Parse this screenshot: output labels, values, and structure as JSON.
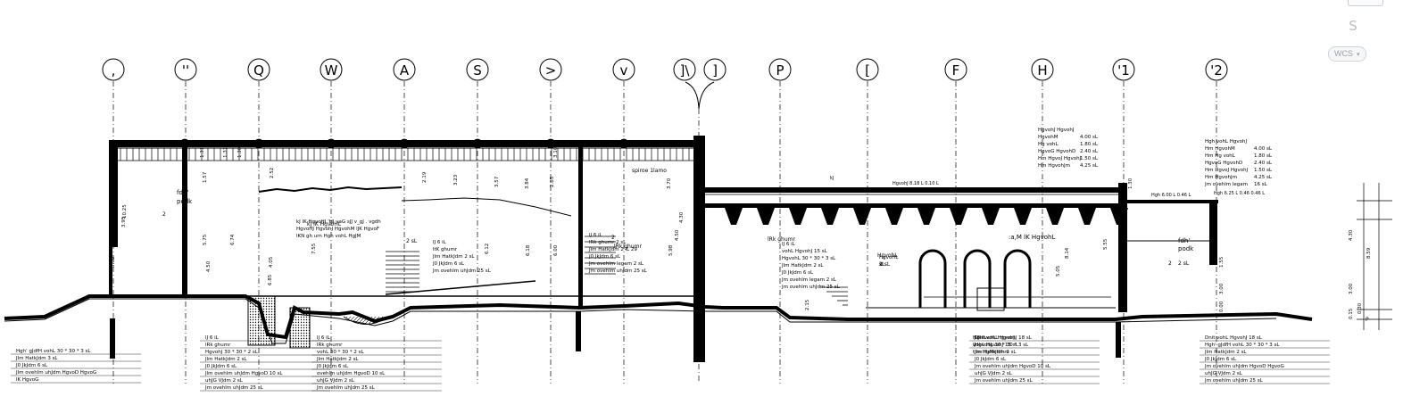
{
  "viewport": {
    "nav_cube": "view-cube-icon",
    "compass_glyph": "S",
    "ucs_label": "WCS",
    "ucs_caret": "▾"
  },
  "grid_bubbles": [
    ",",
    "''",
    "Q",
    "W",
    "A",
    "S",
    ">",
    "v",
    "]\\",
    "]",
    "P",
    "[",
    "F",
    "H",
    "'1",
    "'2"
  ],
  "room_labels": [
    {
      "text": "fdh'",
      "sub": "podk"
    },
    {
      "text": "fdh'",
      "sub": "podk"
    },
    {
      "text": ":a,M lK HgvohL",
      "sub": ""
    }
  ],
  "misc_labels": [
    "2",
    "2",
    "2",
    "2 sL",
    "2 sL",
    "lRk ghumr",
    "lRk ghumr",
    "2 sL",
    "kJ lK HgvoHL",
    "HgvohL",
    "sL",
    "spiroe 1lamo"
  ],
  "section_notes": [
    "Hgh vohL HgvohJ",
    "lJ",
    "tJm HgMkfdhm",
    "HgvoHL",
    "sL"
  ],
  "annotation_blocks": [
    {
      "lines": [
        "kJ lK HgvoHJ 'HJ vaG sJJ v_gJ . vgdh",
        "HgvoHJ HgvohJ HgvohM lJK HgvoF",
        "lKN gh urn Hgh vohL HgJM"
      ]
    },
    {
      "lines": [
        "lJ 6 iL",
        "ltK ghumr",
        "Jlm HatkJdm 2 sL",
        "J0 JkJdm 6 sL",
        "Jm ovehlm uhJdm 25 sL"
      ]
    },
    {
      "lines": [
        "lJ 6 iL",
        "lRk ghumr 2 sL",
        "Jlm HatkJdm 2 iL 29",
        "J0 JkJdm 6 sL",
        "Jm ovehlm legam 2 sL",
        "Jm ovehlm uhJdm 25 sL"
      ]
    },
    {
      "lines": [
        "lJ 6 iL",
        "vohL HgvohJ 15 sL",
        "HgvohL 30 * 30 * 3 sL",
        "Jlm HatkJdm 2 sL",
        "J0 JkJdm 6 sL",
        "Jm ovehlm legam 2 sL",
        "Jm ovehlm uhJdm 25 sL"
      ]
    },
    {
      "lines": [
        "lJ 6 iL",
        "vohL HgvohJ 15 sL"
      ]
    }
  ],
  "legend_upper_right": [
    {
      "label": "HgvohJ HgvohJ",
      "value": ""
    },
    {
      "label": "HgvohM",
      "value": "4.00 sL"
    },
    {
      "label": "Hg vohL",
      "value": "1.80 sL"
    },
    {
      "label": "HgvoG HgvohD",
      "value": "2.40 sL"
    },
    {
      "label": "Hm HgvoJ HgvohJ",
      "value": "1.50 sL"
    },
    {
      "label": "Hm HgvohJm",
      "value": "4.25 sL"
    }
  ],
  "legend_far_right": [
    {
      "label": "Hgh vohL HgvohJ",
      "value": ""
    },
    {
      "label": "Hm HgvohM",
      "value": "4.00 sL"
    },
    {
      "label": "Hm Hg vohL",
      "value": "1.80 sL"
    },
    {
      "label": "HgvoG HgvohD",
      "value": "2.40 sL"
    },
    {
      "label": "Hm HgvoJ HgvohJ",
      "value": "1.50 sL"
    },
    {
      "label": "Hm HgvohJm",
      "value": "4.25 sL"
    },
    {
      "label": "Jm ovehlm legam",
      "value": "16 sL"
    }
  ],
  "roof_dims": [
    "Hgh 6.00 L 0.46 L",
    "kJ",
    "HgvohJ 8.18 L 0.10 L",
    "Hgh 6.25 L 0.46 0.46 L"
  ],
  "floor_notes_bottom_left": [
    "Hgh' gJdfH vohL 30 * 30 * 3 sL",
    "Jlm HatkJdm 3 sL",
    "J0 JkJdm 6 sL",
    "Jlm ovehlm uhJdm HgvoD HgvoG",
    "lK HgvoG"
  ],
  "floor_notes_bottom_mid1": [
    "lJ 6 iL",
    "lRk ghumr",
    "HgvohJ 30 * 30 * 2 sL",
    "Jlm HatkJdm 2 sL",
    "J0 JkJdm 6 sL",
    "Jlm ovehlm uhJdm HgvoD 10 sL",
    "uhJG VJdm 2 sL",
    "Jm ovehlm uhJdm 25 sL"
  ],
  "floor_notes_bottom_mid2": [
    "lJ 6 iL",
    "lRk ghumr",
    "vohL 30 * 30 * 2 sL",
    "Jlm HatkJdm 2 sL",
    "J0 JkJdm 6 sL",
    "ovehlm uhJdm HgvoD 10 sL",
    "uhJG VJdm 2 sL",
    "Jm ovehlm uhJdm 25 sL"
  ],
  "floor_notes_bottom_right1": [
    "Dnit vohL HgvohJ 18 sL",
    "HgvohL 30 * 30 * 3 sL",
    "Jlm HatkJdm 2 sL",
    "J0 JkJdm 6 sL",
    "Jm ovehlm uhJdm HgvoD 10 sL",
    "uhJG VJdm 2 sL",
    "Jm ovehlm uhJdm 25 sL"
  ],
  "floor_notes_bottom_right2": [
    "Dnit vohL HgvohJ 18 sL",
    "Hgh' gJdfH vohL 30 * 30 * 3 sL",
    "Jlm HatkJdm 2 sL",
    "J0 JkJdm 6 sL",
    "Jm ovehlm uhJdm HgvoD HgvoG",
    "uhJG VJdm 2 sL",
    "Jm ovehlm uhJdm 25 sL"
  ],
  "vertical_dims_left": [
    "10.25",
    "5.75",
    "6.74",
    "4.05",
    "3.05",
    "7.55",
    "4.50",
    "6.85",
    "3.95"
  ],
  "vertical_dims_upper": [
    "1.31",
    "1.31",
    "1.57",
    "1.30",
    "2.52",
    "2.19",
    "3.23",
    "3.57",
    "3.84",
    "2.85",
    "3.10",
    "3.70"
  ],
  "vertical_dims_mid": [
    "6.12",
    "6.18",
    "6.00",
    "5.98",
    "4.50",
    "4.30",
    "2.15",
    "1.20"
  ],
  "vertical_dims_right": [
    "4.30",
    "8.59",
    "3.00",
    "0.15",
    "0.30",
    "8.14",
    "5.05",
    "5.55",
    "3.00",
    "1.30",
    "1.55",
    "0.00"
  ],
  "section_cut_label": "P",
  "bubble_style": {
    "stroke": "#000000",
    "fill": "#ffffff"
  },
  "colors": {
    "ink": "#000000",
    "paper": "#ffffff",
    "hatch": "#000000",
    "ui_gray": "#9aa1a8"
  }
}
